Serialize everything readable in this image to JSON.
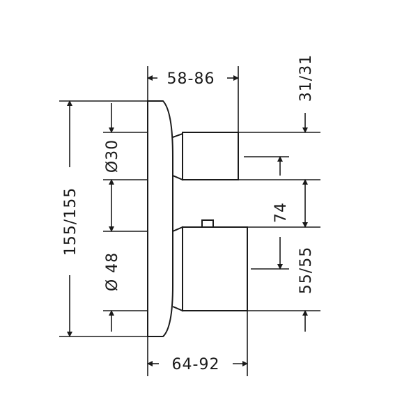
{
  "dimensions": {
    "top_width": "58-86",
    "bottom_width": "64-92",
    "total_height": "155/155",
    "dia_upper": "Ø30",
    "dia_lower": "Ø 48",
    "spacing": "74",
    "upper_offset": "31/31",
    "lower_offset": "55/55"
  }
}
